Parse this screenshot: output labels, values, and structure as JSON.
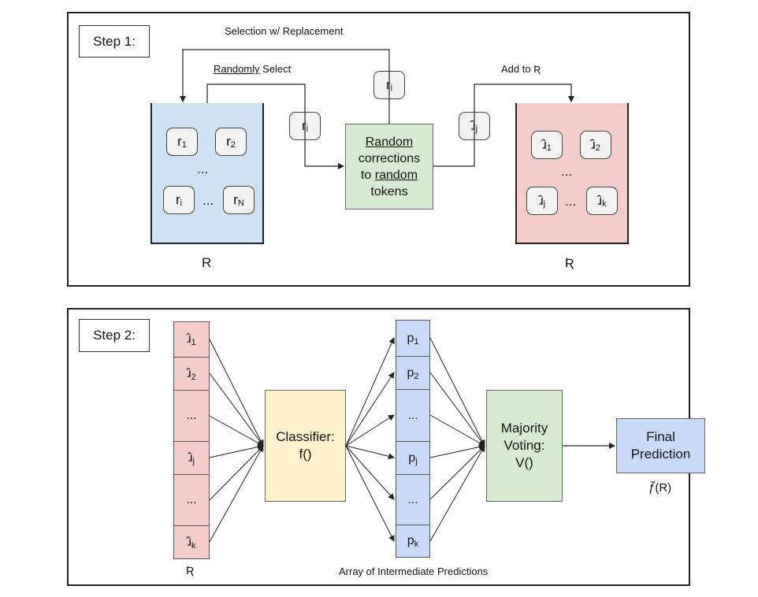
{
  "step1": {
    "label": "Step 1:",
    "selection_caption": "Selection w/ Replacement",
    "randomly_select": {
      "underlined": "Randomly",
      "rest": " Select"
    },
    "add_to": "Add to Ʀ",
    "source_set_caption": "R",
    "result_set_caption": "Ʀ",
    "source_items": [
      {
        "base": "r",
        "sub": "1"
      },
      {
        "base": "r",
        "sub": "2"
      },
      {
        "base": "r",
        "sub": "i"
      },
      {
        "base": "r",
        "sub": "N"
      }
    ],
    "result_items": [
      {
        "base": "ɹ̂",
        "sub": "1"
      },
      {
        "base": "ɹ̂",
        "sub": "2"
      },
      {
        "base": "ɹ̂",
        "sub": "j"
      },
      {
        "base": "ɹ̂",
        "sub": "k"
      }
    ],
    "ellipsis": "...",
    "picked_top": {
      "base": "r",
      "sub": "i"
    },
    "picked_left": {
      "base": "r",
      "sub": "i"
    },
    "corrected": {
      "base": "ɹ̂",
      "sub": "j"
    },
    "correction_box": {
      "line1": "Random",
      "line2": "corrections",
      "line3_prefix": "to ",
      "line3_underlined": "random",
      "line4": "tokens"
    }
  },
  "step2": {
    "label": "Step 2:",
    "left_column": [
      {
        "base": "ɹ̂",
        "sub": "1"
      },
      {
        "base": "ɹ̂",
        "sub": "2"
      },
      {
        "base": "...",
        "sub": ""
      },
      {
        "base": "ɹ̂",
        "sub": "j"
      },
      {
        "base": "...",
        "sub": ""
      },
      {
        "base": "ɹ̂",
        "sub": "k"
      }
    ],
    "left_caption": "Ʀ",
    "classifier": {
      "line1": "Classifier:",
      "line2": "f()"
    },
    "predictions": [
      {
        "base": "p",
        "sub": "1"
      },
      {
        "base": "p",
        "sub": "2"
      },
      {
        "base": "...",
        "sub": ""
      },
      {
        "base": "p",
        "sub": "j"
      },
      {
        "base": "...",
        "sub": ""
      },
      {
        "base": "p",
        "sub": "k"
      }
    ],
    "predictions_caption": "Array of Intermediate Predictions",
    "voting": {
      "line1": "Majority",
      "line2": "Voting:",
      "line3": "V()"
    },
    "final": {
      "line1": "Final",
      "line2": "Prediction"
    },
    "final_caption": "ƒ̃(R)"
  },
  "colors": {
    "blue": "#cfe2f3",
    "red": "#f4cccc",
    "green": "#d9ead3",
    "yellow": "#fff2cc",
    "pred_blue": "#c9daf8"
  }
}
